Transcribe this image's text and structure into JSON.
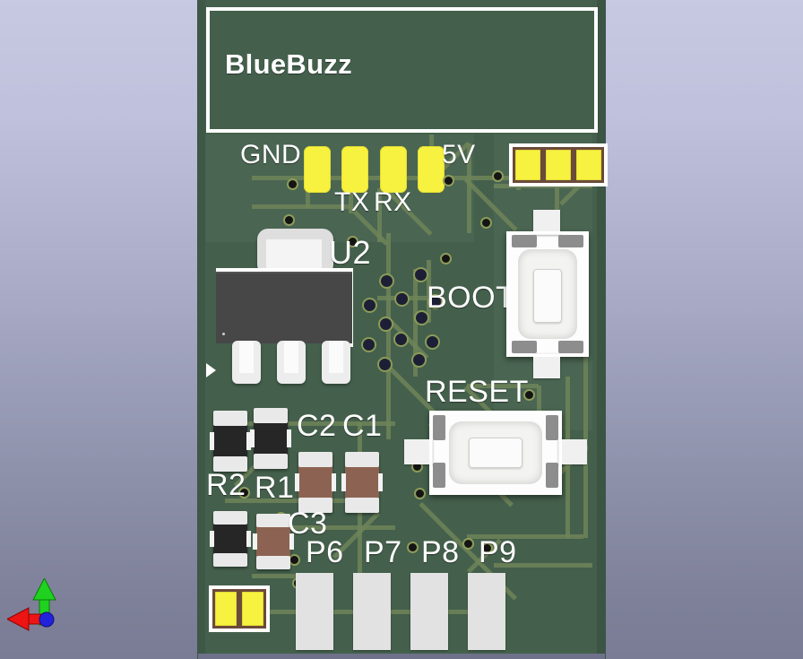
{
  "app": {
    "view_name": "pcb-3d-viewer",
    "background_top_color": "#c7c9e2",
    "background_bottom_color": "#797c94"
  },
  "board": {
    "name": "BlueBuzz",
    "title": "BlueBuzz",
    "soldermask_color": "#44604c",
    "trace_color": "#6e8458",
    "silkscreen_color": "#ffffff",
    "pad_gold_color": "#f7f13f",
    "pad_silver_color": "#e2e2e2"
  },
  "silkscreen_labels": [
    {
      "id": "gnd",
      "text": "GND"
    },
    {
      "id": "v5",
      "text": "5V"
    },
    {
      "id": "tx",
      "text": "TX"
    },
    {
      "id": "rx",
      "text": "RX"
    },
    {
      "id": "u2",
      "text": "U2"
    },
    {
      "id": "boot",
      "text": "BOOT"
    },
    {
      "id": "reset",
      "text": "RESET"
    },
    {
      "id": "c2",
      "text": "C2"
    },
    {
      "id": "c1",
      "text": "C1"
    },
    {
      "id": "r2",
      "text": "R2"
    },
    {
      "id": "r1",
      "text": "R1"
    },
    {
      "id": "c3",
      "text": "C3"
    },
    {
      "id": "p6",
      "text": "P6"
    },
    {
      "id": "p7",
      "text": "P7"
    },
    {
      "id": "p8",
      "text": "P8"
    },
    {
      "id": "p9",
      "text": "P9"
    }
  ],
  "components": [
    {
      "ref": "U2",
      "type": "voltage-regulator",
      "package": "SOT-223",
      "body_color": "#474747"
    },
    {
      "ref": "SW1",
      "type": "tactile-switch",
      "label": "BOOT",
      "orientation": "vertical"
    },
    {
      "ref": "SW2",
      "type": "tactile-switch",
      "label": "RESET",
      "orientation": "horizontal"
    },
    {
      "ref": "R1",
      "type": "resistor",
      "package": "0805",
      "body_color": "#2a2a2a"
    },
    {
      "ref": "R2",
      "type": "resistor",
      "package": "0805",
      "body_color": "#2a2a2a"
    },
    {
      "ref": "C1",
      "type": "capacitor",
      "package": "0805",
      "body_color": "#8c6352"
    },
    {
      "ref": "C2",
      "type": "capacitor",
      "package": "0805",
      "body_color": "#8c6352"
    },
    {
      "ref": "C3",
      "type": "capacitor",
      "package": "0805",
      "body_color": "#8c6352"
    }
  ],
  "connectors": {
    "uart_header": {
      "pin_count": 4,
      "pads": [
        "GND",
        "TX",
        "RX",
        "5V"
      ],
      "pad_color": "#f7f13f"
    },
    "three_pad_header": {
      "pin_count": 3,
      "pad_color": "#f7f13f"
    },
    "two_pad_header": {
      "pin_count": 2,
      "pad_color": "#f7f13f"
    },
    "edge_pads": {
      "labels": [
        "P6",
        "P7",
        "P8",
        "P9"
      ],
      "pad_color": "#e2e2e2"
    }
  },
  "axis_gizmo": {
    "name": "orientation-axes",
    "axes": [
      {
        "axis": "X",
        "color": "#ee1111",
        "direction": "left"
      },
      {
        "axis": "Y",
        "color": "#22dd22",
        "direction": "up"
      },
      {
        "axis": "Z",
        "color": "#2222dd",
        "direction": "origin"
      }
    ]
  }
}
